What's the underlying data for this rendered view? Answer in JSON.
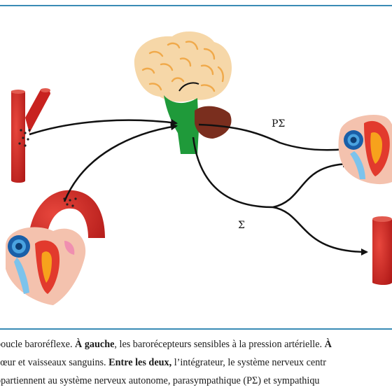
{
  "diagram": {
    "label_parasympathetic": "PΣ",
    "label_sympathetic": "Σ"
  },
  "caption": {
    "line1_start": "boucle baroréflexe. ",
    "line1_bold": "À gauche",
    "line1_end": ", les barorécepteurs sensibles à la pression artérielle. ",
    "line1_trail": "À",
    "line2_start": "cœur et vaisseaux sanguins. ",
    "line2_bold": "Entre les deux,",
    "line2_end": " l’intégrateur, le système nerveux centr",
    "line3": "ppartiennent au système nerveux autonome, parasympathique (PΣ) et sympathiqu"
  },
  "colors": {
    "frame_rule": "#3a8bb5",
    "vessel_red": "#d42a25",
    "brain": "#f6d7a8",
    "brainstem_green": "#1f9a3a",
    "nucleus_brown": "#7a2e1e"
  }
}
